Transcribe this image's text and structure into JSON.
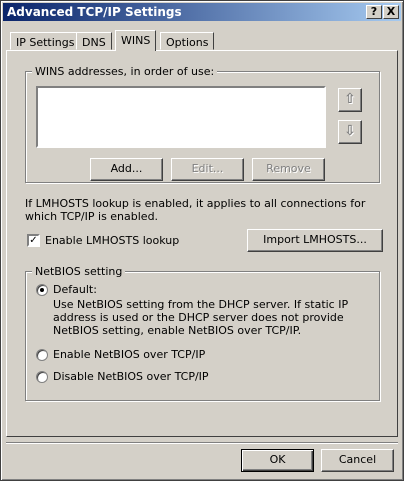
{
  "window": {
    "title": "Advanced TCP/IP Settings"
  },
  "titlebar_buttons": {
    "help": "?",
    "close": "X"
  },
  "tabs": [
    {
      "label": "IP Settings"
    },
    {
      "label": "DNS"
    },
    {
      "label": "WINS"
    },
    {
      "label": "Options"
    }
  ],
  "wins": {
    "group_label": "WINS addresses, in order of use:",
    "up_arrow": "⇧",
    "down_arrow": "⇩",
    "buttons": {
      "add": "Add...",
      "edit": "Edit...",
      "remove": "Remove"
    }
  },
  "lmhosts": {
    "info": "If LMHOSTS lookup is enabled, it applies to all connections for which TCP/IP is enabled.",
    "enable_label": "Enable LMHOSTS lookup",
    "enable_checked_mark": "✓",
    "import_button": "Import LMHOSTS..."
  },
  "netbios": {
    "group_label": "NetBIOS setting",
    "default_label": "Default:",
    "default_description": "Use NetBIOS setting from the DHCP server. If static IP address is used or the DHCP server does not provide NetBIOS setting, enable NetBIOS over TCP/IP.",
    "enable_label": "Enable NetBIOS over TCP/IP",
    "disable_label": "Disable NetBIOS over TCP/IP",
    "selected": "default"
  },
  "footer": {
    "ok": "OK",
    "cancel": "Cancel"
  }
}
